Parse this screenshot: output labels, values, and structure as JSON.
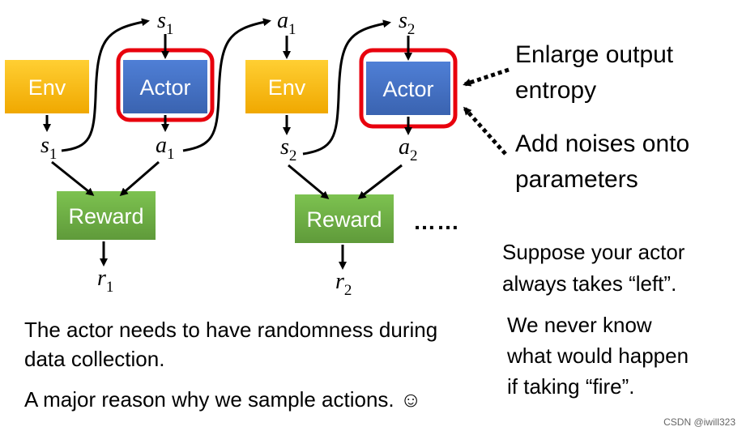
{
  "boxes": {
    "env1": "Env",
    "actor1": "Actor",
    "env2": "Env",
    "actor2": "Actor",
    "reward1": "Reward",
    "reward2": "Reward"
  },
  "variables": {
    "s_top1": {
      "base": "s",
      "sub": "1"
    },
    "a_top1": {
      "base": "a",
      "sub": "1"
    },
    "s_top2": {
      "base": "s",
      "sub": "2"
    },
    "s_left1": {
      "base": "s",
      "sub": "1"
    },
    "a_right1": {
      "base": "a",
      "sub": "1"
    },
    "s_left2": {
      "base": "s",
      "sub": "2"
    },
    "a_right2": {
      "base": "a",
      "sub": "2"
    },
    "r1": {
      "base": "r",
      "sub": "1"
    },
    "r2": {
      "base": "r",
      "sub": "2"
    }
  },
  "ellipsis": "……",
  "notes": {
    "enlarge_line1": "Enlarge output",
    "enlarge_line2": "entropy",
    "noise_line1": "Add noises onto",
    "noise_line2": "parameters",
    "suppose_line1": "Suppose your actor",
    "suppose_line2": "always takes “left”.",
    "never_line1": "We never know",
    "never_line2": "what would happen",
    "never_line3": "if taking “fire”.",
    "bottom_line1": "The actor needs to have randomness during",
    "bottom_line2": "data collection.",
    "bottom_line3": "A major reason why we sample actions. ☺"
  },
  "watermark": "CSDN @iwill323",
  "colors": {
    "env": "#f5b800",
    "actor": "#4472c4",
    "reward": "#70ad47",
    "highlight": "#e8000d"
  }
}
